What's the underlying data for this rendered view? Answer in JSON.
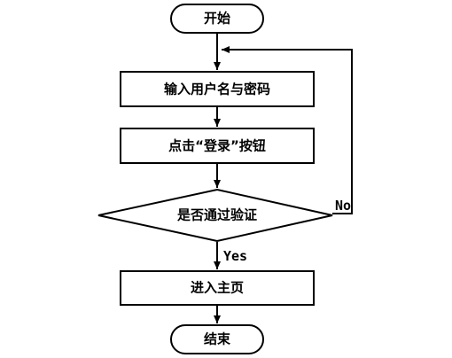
{
  "flowchart": {
    "nodes": {
      "start": {
        "shape": "terminal",
        "label": "开始"
      },
      "input_credentials": {
        "shape": "process",
        "label": "输入用户名与密码"
      },
      "click_login": {
        "shape": "process",
        "label": "点击“登录”按钮"
      },
      "verify": {
        "shape": "decision",
        "label": "是否通过验证"
      },
      "enter_home": {
        "shape": "process",
        "label": "进入主页"
      },
      "end": {
        "shape": "terminal",
        "label": "结束"
      }
    },
    "edges": [
      {
        "from": "start",
        "to": "input_credentials",
        "label": ""
      },
      {
        "from": "input_credentials",
        "to": "click_login",
        "label": ""
      },
      {
        "from": "click_login",
        "to": "verify",
        "label": ""
      },
      {
        "from": "verify",
        "to": "enter_home",
        "label": "Yes"
      },
      {
        "from": "verify",
        "to": "input_credentials",
        "label": "No"
      },
      {
        "from": "enter_home",
        "to": "end",
        "label": ""
      }
    ]
  }
}
